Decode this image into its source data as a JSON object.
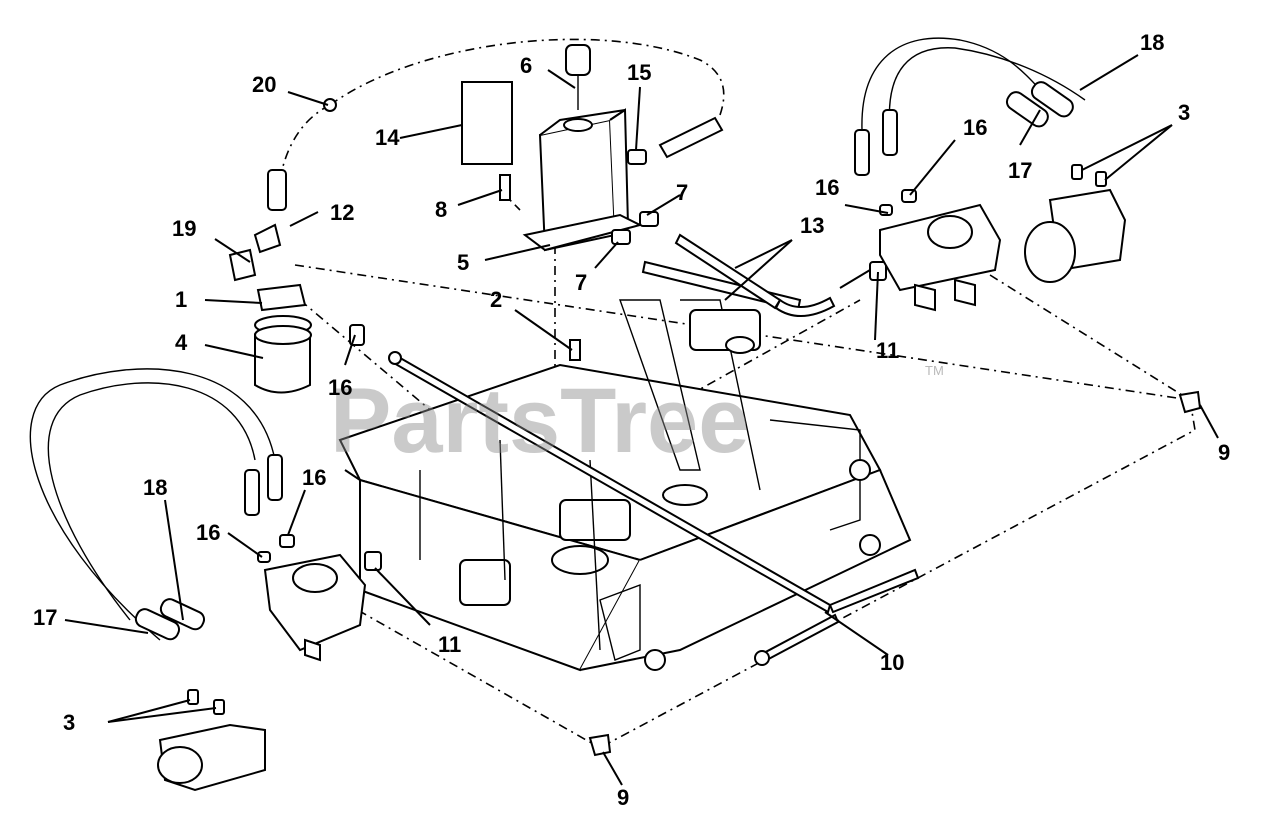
{
  "watermark": {
    "text": "PartsTree",
    "trademark": "TM"
  },
  "callouts": [
    {
      "id": "c1",
      "label": "1"
    },
    {
      "id": "c2",
      "label": "2"
    },
    {
      "id": "c3a",
      "label": "3"
    },
    {
      "id": "c3b",
      "label": "3"
    },
    {
      "id": "c4",
      "label": "4"
    },
    {
      "id": "c5",
      "label": "5"
    },
    {
      "id": "c6",
      "label": "6"
    },
    {
      "id": "c7a",
      "label": "7"
    },
    {
      "id": "c7b",
      "label": "7"
    },
    {
      "id": "c8",
      "label": "8"
    },
    {
      "id": "c9a",
      "label": "9"
    },
    {
      "id": "c9b",
      "label": "9"
    },
    {
      "id": "c10",
      "label": "10"
    },
    {
      "id": "c11a",
      "label": "11"
    },
    {
      "id": "c11b",
      "label": "11"
    },
    {
      "id": "c12",
      "label": "12"
    },
    {
      "id": "c13",
      "label": "13"
    },
    {
      "id": "c14",
      "label": "14"
    },
    {
      "id": "c15",
      "label": "15"
    },
    {
      "id": "c16a",
      "label": "16"
    },
    {
      "id": "c16b",
      "label": "16"
    },
    {
      "id": "c16c",
      "label": "16"
    },
    {
      "id": "c16d",
      "label": "16"
    },
    {
      "id": "c16e",
      "label": "16"
    },
    {
      "id": "c17a",
      "label": "17"
    },
    {
      "id": "c17b",
      "label": "17"
    },
    {
      "id": "c18a",
      "label": "18"
    },
    {
      "id": "c18b",
      "label": "18"
    },
    {
      "id": "c19",
      "label": "19"
    },
    {
      "id": "c20",
      "label": "20"
    }
  ]
}
